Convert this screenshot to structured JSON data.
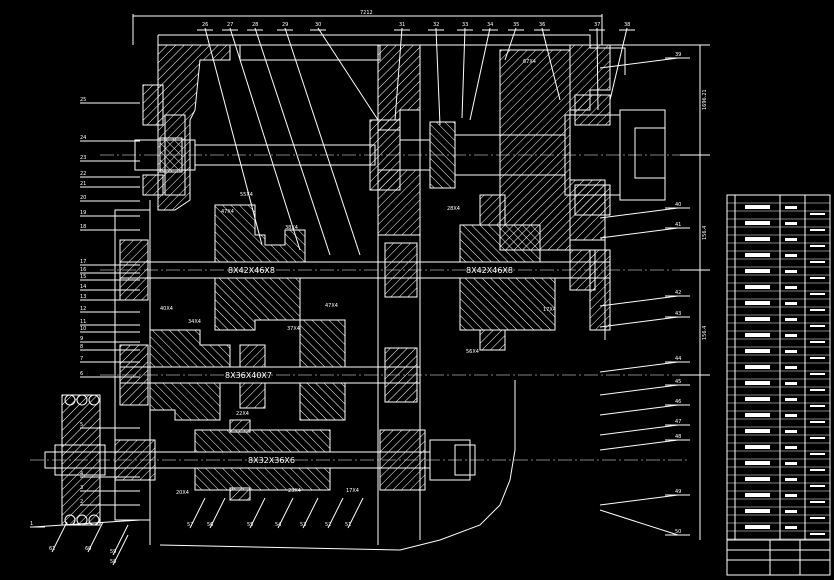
{
  "drawing": {
    "top_dimension": "7212",
    "callouts_top": [
      "26",
      "27",
      "28",
      "29",
      "30",
      "31",
      "32",
      "33",
      "34",
      "35",
      "36",
      "37",
      "38"
    ],
    "callouts_right": [
      "39",
      "40",
      "41",
      "42",
      "43",
      "44",
      "45",
      "46",
      "47",
      "48",
      "49",
      "50"
    ],
    "callouts_left": [
      "25",
      "24",
      "23",
      "22",
      "21",
      "20",
      "19",
      "18",
      "17",
      "16",
      "15",
      "14",
      "13",
      "12",
      "11",
      "10",
      "9",
      "8",
      "7",
      "6",
      "5",
      "4",
      "3",
      "2",
      "1"
    ],
    "callouts_bottom": [
      "61",
      "60",
      "59",
      "58",
      "57",
      "56",
      "55",
      "54",
      "53",
      "52",
      "51"
    ],
    "shaft_labels": [
      "8X42X46X8",
      "8X42X46X8",
      "8X36X40X7",
      "8X32X36X6"
    ],
    "gear_labels": [
      "55X4",
      "47X4",
      "38X4",
      "67X4",
      "28X4",
      "40X4",
      "34X4",
      "37X4",
      "47X4",
      "17X4",
      "56X4",
      "22X4",
      "20X4",
      "23X4",
      "17X4"
    ],
    "side_dims": [
      "1696.21",
      "156.4",
      "156.4"
    ]
  }
}
